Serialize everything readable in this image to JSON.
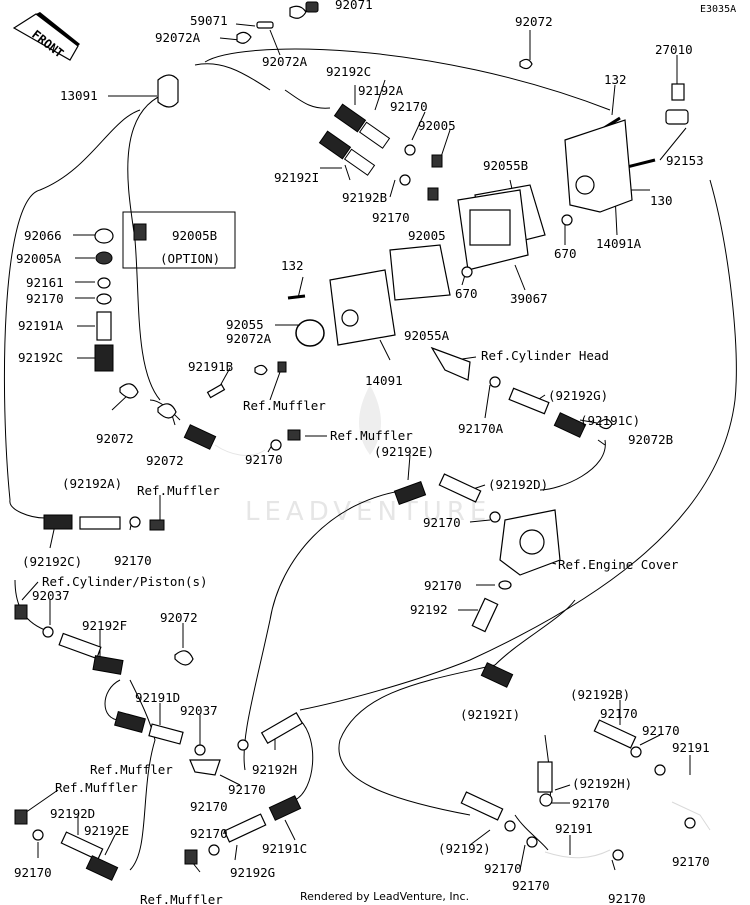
{
  "diagram_code": "E3035A",
  "front_label": "FRONT",
  "option_label": "(OPTION)",
  "footer": "Rendered by LeadVenture, Inc.",
  "watermark": "LEADVENTURE",
  "labels": [
    "59071",
    "92071",
    "92072A",
    "92072A",
    "92072",
    "13091",
    "92192C",
    "92192A",
    "92170",
    "92005",
    "27010",
    "132",
    "92153",
    "130",
    "14091A",
    "92066",
    "92005B",
    "92005A",
    "92161",
    "92170",
    "92191A",
    "92192C",
    "92192I",
    "92192B",
    "92170",
    "92005",
    "92055B",
    "670",
    "670",
    "39067",
    "132",
    "92055",
    "92072A",
    "92055A",
    "14091",
    "Ref.Cylinder Head",
    "92191B",
    "Ref.Muffler",
    "(92192G)",
    "92170A",
    "(92191C)",
    "92072B",
    "92072",
    "92072",
    "Ref.Muffler",
    "92170",
    "(92192E)",
    "(92192D)",
    "(92192A)",
    "Ref.Muffler",
    "92170",
    "92170",
    "(92192C)",
    "Ref.Engine Cover",
    "92170",
    "Ref.Cylinder/Piston(s)",
    "92037",
    "92192",
    "92192F",
    "92072",
    "(92192B)",
    "92191D",
    "92037",
    "(92192I)",
    "92170",
    "92170",
    "92191",
    "Ref.Muffler",
    "92192H",
    "(92192H)",
    "92170",
    "92170",
    "Ref.Muffler",
    "92192D",
    "92170",
    "92191C",
    "(92192)",
    "92191",
    "92192E",
    "92192G",
    "92170",
    "92170",
    "92170",
    "92170",
    "Ref.Muffler",
    "92170"
  ]
}
